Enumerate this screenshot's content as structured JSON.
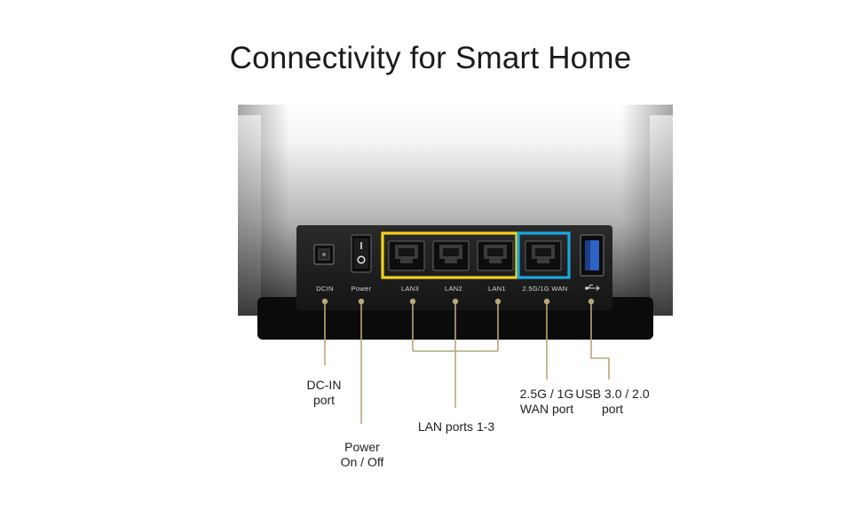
{
  "page": {
    "title": "Connectivity for Smart Home"
  },
  "panel_labels": {
    "dcin": "DCIN",
    "power": "Power",
    "lan3": "LAN3",
    "lan2": "LAN2",
    "lan1": "LAN1",
    "wan": "2.5G/1G WAN",
    "usb": "⇸"
  },
  "callouts": {
    "dcin": [
      "DC-IN",
      "port"
    ],
    "power": [
      "Power",
      "On / Off"
    ],
    "lan": [
      "LAN ports 1-3"
    ],
    "wan": [
      "2.5G / 1G",
      "WAN port"
    ],
    "usb": [
      "USB 3.0 / 2.0",
      "port"
    ]
  },
  "colors": {
    "lan_highlight": "#f2d21c",
    "wan_highlight": "#1aa6e0",
    "leader_line": "#b9a77a",
    "panel": "#1c1c1c",
    "base": "#0d0d0d"
  },
  "icons": [
    "power-switch-icon",
    "usb-symbol-icon"
  ]
}
